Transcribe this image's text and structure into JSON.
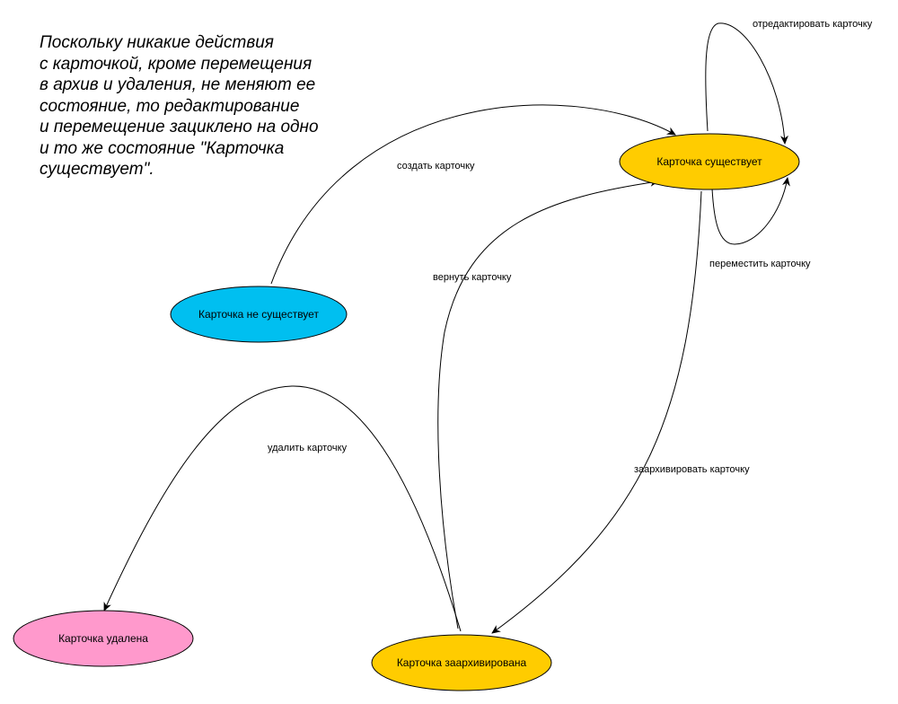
{
  "note": {
    "lines": [
      "Поскольку никакие действия",
      "с карточкой, кроме перемещения",
      "в архив и удаления, не меняют ее",
      "состояние, то редактирование",
      "и перемещение зациклено на одно",
      "и то же состояние \"Карточка",
      "существует\"."
    ]
  },
  "states": {
    "not_exists": {
      "label": "Карточка не существует",
      "color": "#00bff0"
    },
    "exists": {
      "label": "Карточка существует",
      "color": "#ffcc00"
    },
    "deleted": {
      "label": "Карточка удалена",
      "color": "#ff99cc"
    },
    "archived": {
      "label": "Карточка заархивирована",
      "color": "#ffcc00"
    }
  },
  "transitions": {
    "create": "создать карточку",
    "edit": "отредактировать карточку",
    "move": "переместить карточку",
    "restore": "вернуть карточку",
    "archive": "заархивировать карточку",
    "delete": "удалить карточку"
  }
}
